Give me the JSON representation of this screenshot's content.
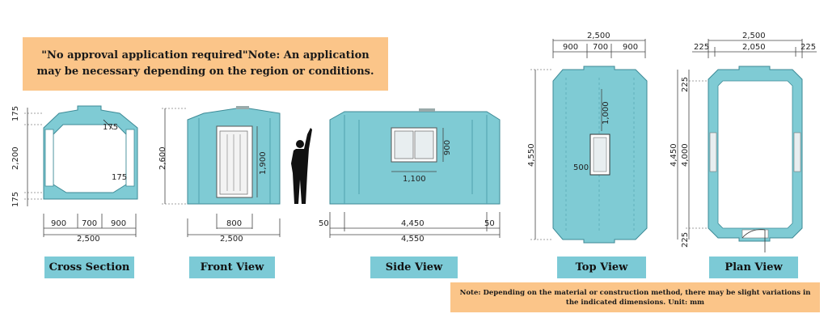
{
  "notes": {
    "top": "\"No approval application required\"Note: An application may be necessary depending on the region or conditions.",
    "bottom": "Note: Depending on the material or construction method, there may be slight variations in the indicated dimensions. Unit: mm"
  },
  "views": {
    "cross_section": {
      "label": "Cross Section",
      "dims": {
        "top": "175",
        "height": "2,200",
        "bottom": "175",
        "corner": "175",
        "inner": "175",
        "w1": "900",
        "w2": "700",
        "w3": "900",
        "total": "2,500"
      }
    },
    "front": {
      "label": "Front View",
      "dims": {
        "height": "2,600",
        "door_h": "1,900",
        "door_w": "800",
        "total": "2,500"
      }
    },
    "side": {
      "label": "Side View",
      "dims": {
        "left": "50",
        "mid": "4,450",
        "right": "50",
        "total": "4,550",
        "win_w": "1,100",
        "win_h": "900"
      }
    },
    "top": {
      "label": "Top View",
      "dims": {
        "total": "2,500",
        "w1": "900",
        "w2": "700",
        "w3": "900",
        "length": "4,550",
        "a": "1,000",
        "b": "500"
      }
    },
    "plan": {
      "label": "Plan View",
      "dims": {
        "total": "2,500",
        "left": "225",
        "mid": "2,050",
        "right": "225",
        "outer": "4,450",
        "inner": "4,000",
        "top": "225",
        "bottom": "225"
      }
    }
  },
  "colors": {
    "body": "#7fcbd4",
    "body_dark": "#5fb3be",
    "label_bg": "#7ccad6",
    "note_bg": "#fbc589"
  }
}
